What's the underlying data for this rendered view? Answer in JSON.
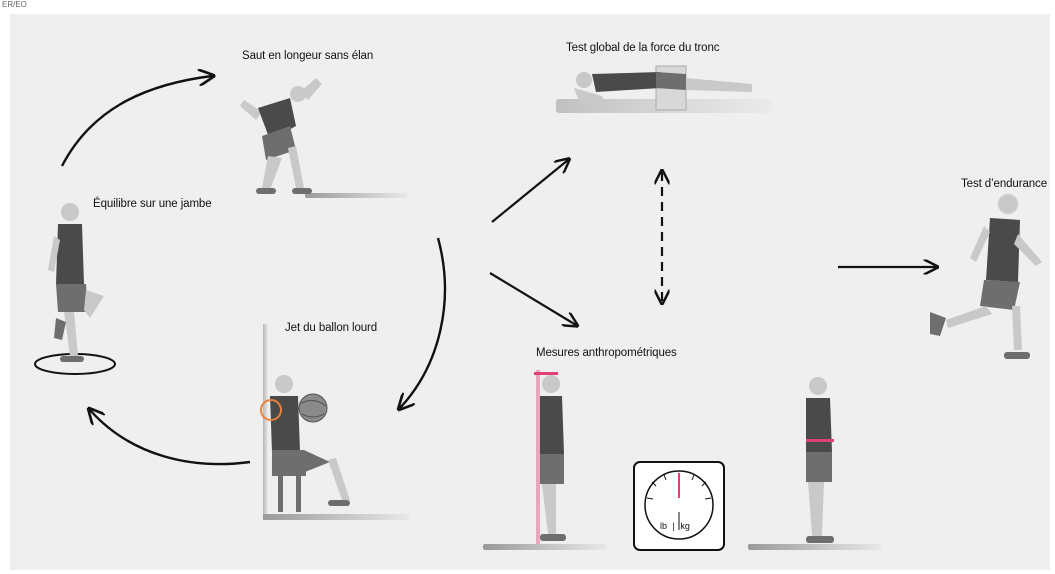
{
  "corner_tag": "ER/EO",
  "labels": {
    "standing_long_jump": "Saut en longeur sans élan",
    "trunk_strength": "Test global de la force du tronc",
    "endurance": "Test d’endurance",
    "one_leg_balance": "Équilibre sur une jambe",
    "medicine_ball": "Jet du ballon lourd",
    "anthropometrics": "Mesures anthropométriques"
  },
  "scale": {
    "unit_left": "lb",
    "unit_right": "kg"
  },
  "colors": {
    "background": "#efefef",
    "arrow": "#111111",
    "skin": "#c9c9c9",
    "shirt": "#4a4a4a",
    "shorts": "#6e6e6e",
    "accent_pink": "#e0407a",
    "accent_orange": "#e8823a"
  }
}
